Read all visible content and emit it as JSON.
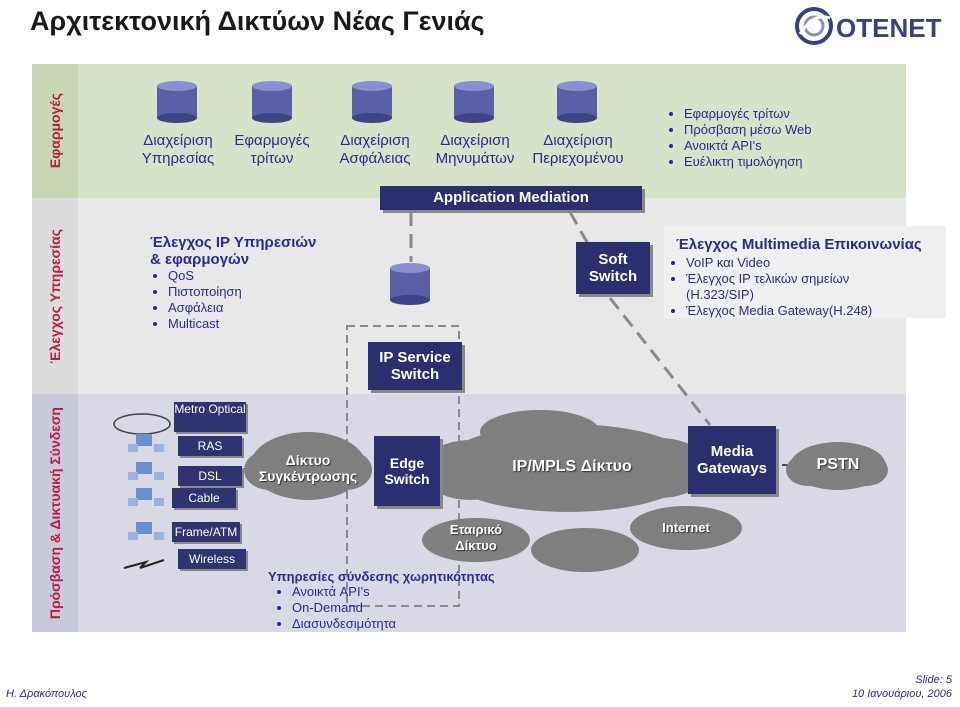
{
  "title": "Αρχιτεκτονική Δικτύων Νέας Γενιάς",
  "logo_text": "OTENET",
  "side_labels": {
    "applications": "Εφαρμογές",
    "service_control": "Έλεγχος Υπηρεσίας",
    "access": "Πρόσβαση & Δικτυακή Σύνδεση"
  },
  "app_items": [
    {
      "label": "Διαχείριση Υπηρεσίας"
    },
    {
      "label": "Εφαρμογές τρίτων"
    },
    {
      "label": "Διαχείριση Ασφάλειας"
    },
    {
      "label": "Διαχείριση Μηνυμάτων"
    },
    {
      "label": "Διαχείριση Περιεχομένου"
    }
  ],
  "app_bullets": [
    "Εφαρμογές τρίτων",
    "Πρόσβαση μέσω Web",
    "Ανοικτά API's",
    "Ευέλικτη τιμολόγηση"
  ],
  "application_mediation": "Application Mediation",
  "ip_control": {
    "heading_line1": "Έλεγχος IP Υπηρεσιών",
    "heading_line2": "& εφαρμογών",
    "bullets": [
      "QoS",
      "Πιστοποίηση",
      "Ασφάλεια",
      "Multicast"
    ]
  },
  "soft_switch": "Soft Switch",
  "ip_service_switch": "IP Service Switch",
  "multimedia_control": {
    "heading": "Έλεγχος Multimedia Επικοινωνίας",
    "bullets": [
      "VoIP και Video",
      "Έλεγχος IP τελικών σημείων (H.323/SIP)",
      "Έλεγχος Media Gateway(H.248)"
    ]
  },
  "access_types": [
    "Metro Optical",
    "RAS",
    "DSL",
    "Cable",
    "Frame/ATM",
    "Wireless"
  ],
  "aggregation_network": "Δίκτυο Συγκέντρωσης",
  "edge_switch": "Edge Switch",
  "ip_mpls": "IP/MPLS Δίκτυο",
  "corporate_network": "Εταιρικό Δίκτυο",
  "internet": "Internet",
  "media_gateways": "Media Gateways",
  "pstn": "PSTN",
  "location_services": {
    "heading": "Υπηρεσίες σύνδεσης χωρητικότητας",
    "bullets": [
      "Ανοικτά API's",
      "On-Demand",
      "Διασυνδεσιμότητα"
    ]
  },
  "footer": {
    "author": "Η. Δρακόπουλος",
    "slide_label": "Slide:",
    "slide_number": "5",
    "date": "10 Ιανουάριου, 2006"
  },
  "colors": {
    "band_applications": "#d7e3c9",
    "band_control": "#e8e8e8",
    "band_access": "#d9d9e6",
    "block": "#2b2f6f",
    "label_text": "#2a2a90",
    "side_label": "#b91c3c"
  }
}
